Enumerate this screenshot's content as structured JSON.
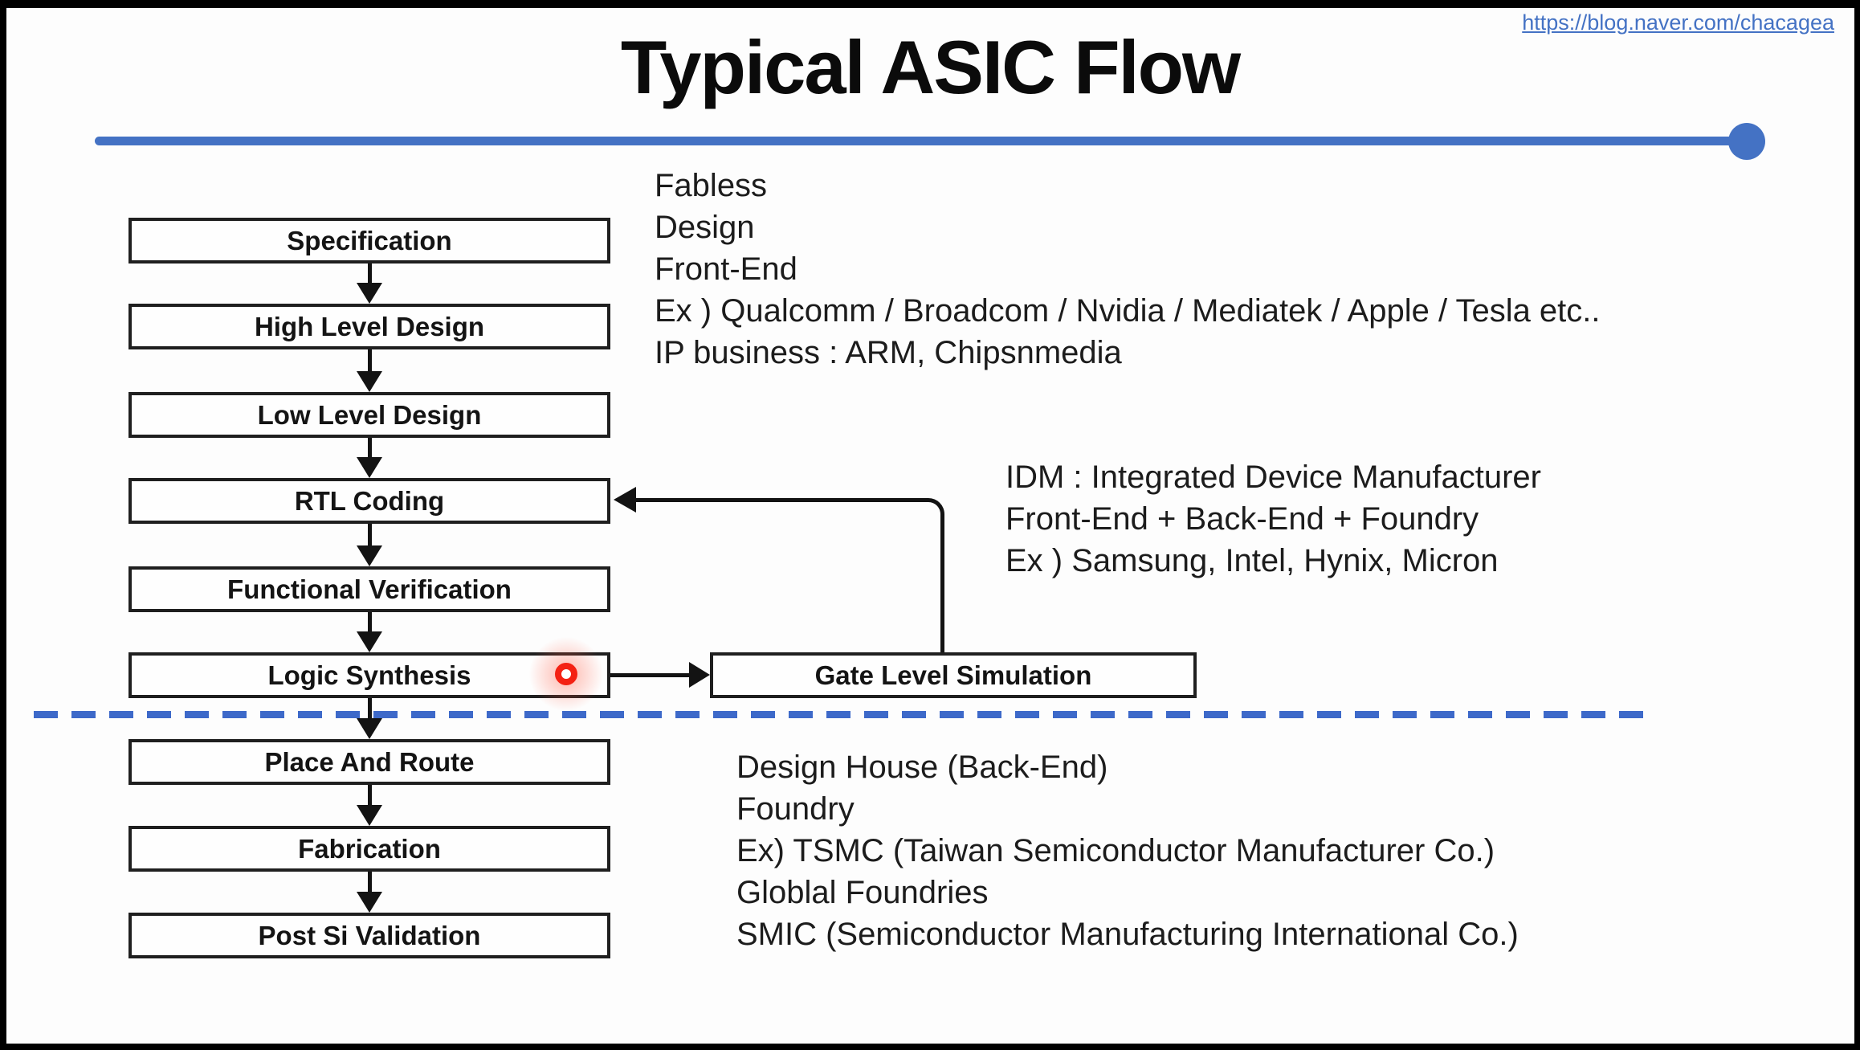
{
  "header": {
    "url": "https://blog.naver.com/chacagea",
    "title": "Typical ASIC Flow"
  },
  "colors": {
    "accent_blue": "#4472C4",
    "dashed_divider_blue": "#3D69C9",
    "box_border_black": "#1F1F1F",
    "laser_pointer_red": "#F42113"
  },
  "flowchart": {
    "main_boxes": [
      {
        "label": "Specification"
      },
      {
        "label": "High Level Design"
      },
      {
        "label": "Low Level Design"
      },
      {
        "label": "RTL Coding"
      },
      {
        "label": "Functional Verification"
      },
      {
        "label": "Logic Synthesis"
      },
      {
        "label": "Place And Route"
      },
      {
        "label": "Fabrication"
      },
      {
        "label": "Post Si Validation"
      }
    ],
    "side_box": {
      "label": "Gate Level Simulation"
    }
  },
  "annotations": {
    "fabless": {
      "lines": [
        "Fabless",
        "Design",
        "Front-End",
        "Ex ) Qualcomm / Broadcom / Nvidia / Mediatek / Apple / Tesla etc..",
        "IP business : ARM, Chipsnmedia"
      ]
    },
    "idm": {
      "lines": [
        "IDM : Integrated Device Manufacturer",
        "Front-End + Back-End + Foundry",
        "Ex ) Samsung, Intel, Hynix, Micron"
      ]
    },
    "backend": {
      "lines": [
        "Design House (Back-End)",
        "Foundry",
        "Ex) TSMC (Taiwan Semiconductor Manufacturer Co.)",
        "Globlal Foundries",
        "SMIC (Semiconductor Manufacturing International Co.)"
      ]
    }
  }
}
